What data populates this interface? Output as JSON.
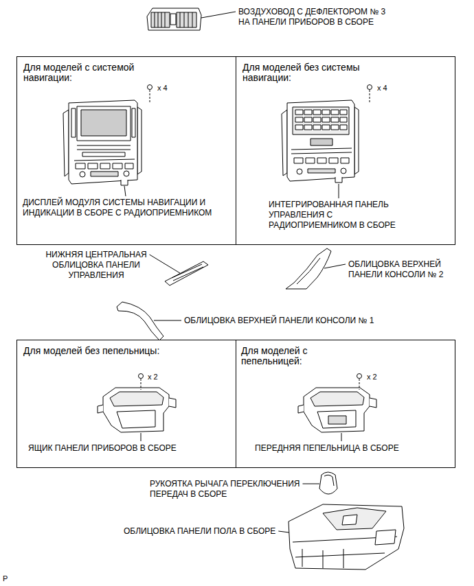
{
  "diagram": {
    "nodes": [
      {
        "text": [
          "Для моделей с системой навигации:",
          "x 4",
          "ДИСПЛЕЙ МОДУЛЯ СИСТЕМЫ НАВИГАЦИИ И ИНДИКАЦИИ В СБОРЕ С РАДИОПРИЕМНИКОМ"
        ]
      },
      {
        "text": [
          "Для моделей без системы навигации:",
          "x 4",
          "ИНТЕГРИРОВАННАЯ ПАНЕЛЬ УПРАВЛЕНИЯ С РАДИОПРИЕМНИКОМ В СБОРЕ"
        ]
      },
      {
        "text": [
          "Для моделей без пепельницы:",
          "x 2",
          "ЯЩИК ПАНЕЛИ ПРИБОРОВ В СБОРЕ"
        ]
      },
      {
        "text": [
          "Для моделей с пепельницей:",
          "x 2",
          "ПЕРЕДНЯЯ ПЕПЕЛЬНИЦА В СБОРЕ"
        ]
      }
    ],
    "labels": [
      "ВОЗДУХОВОД С ДЕФЛЕКТОРОМ № 3 НА ПАНЕЛИ ПРИБОРОВ В СБОРЕ",
      "НИЖНЯЯ ЦЕНТРАЛЬНАЯ ОБЛИЦОВКА ПАНЕЛИ УПРАВЛЕНИЯ",
      "ОБЛИЦОВКА ВЕРХНЕЙ ПАНЕЛИ КОНСОЛИ № 2",
      "ОБЛИЦОВКА ВЕРХНЕЙ ПАНЕЛИ КОНСОЛИ № 1",
      "РУКОЯТКА РЫЧАГА ПЕРЕКЛЮЧЕНИЯ ПЕРЕДАЧ В СБОРЕ",
      "ОБЛИЦОВКА ПАНЕЛИ ПОЛА В СБОРЕ",
      "P"
    ]
  }
}
